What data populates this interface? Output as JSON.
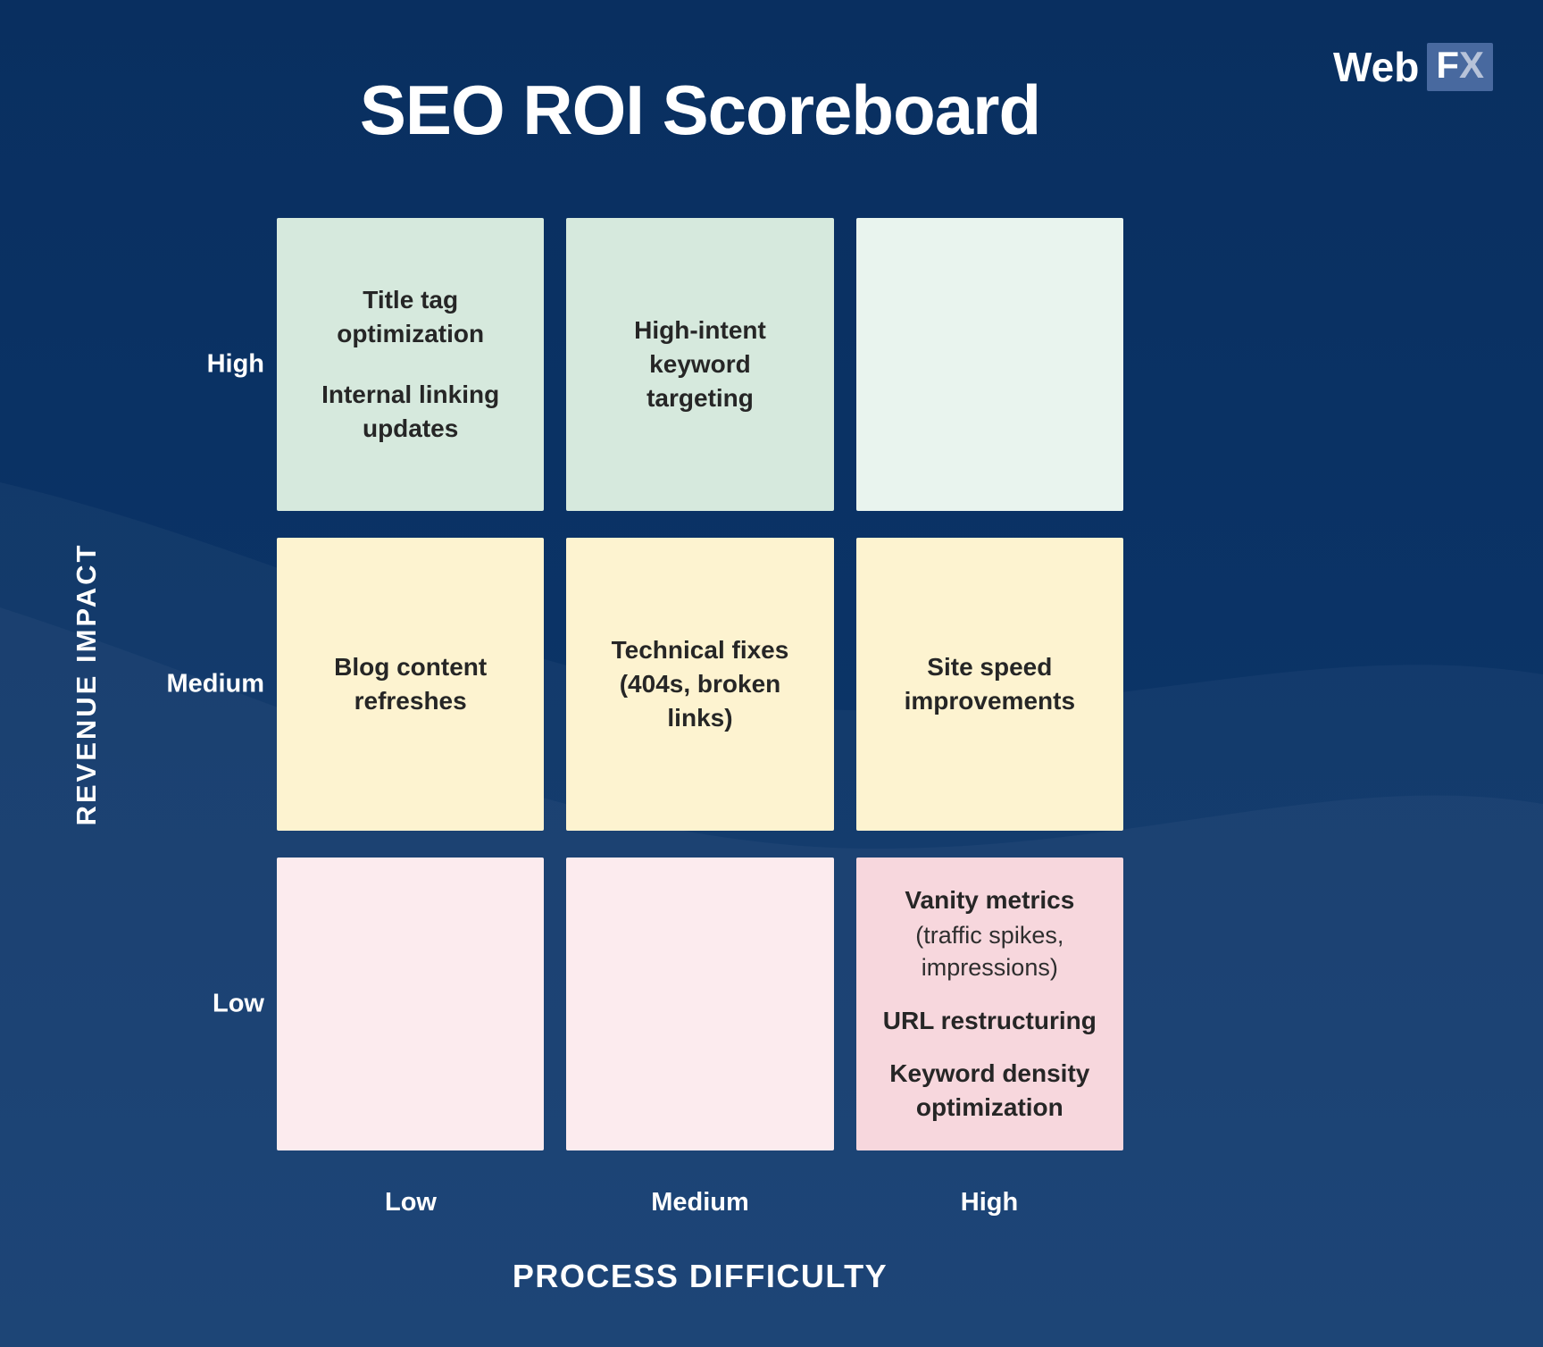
{
  "title": "SEO ROI Scoreboard",
  "logo": {
    "text": "Web",
    "badge_f": "F",
    "badge_x": "X"
  },
  "y_axis": {
    "label": "REVENUE IMPACT",
    "ticks": [
      "High",
      "Medium",
      "Low"
    ]
  },
  "x_axis": {
    "label": "PROCESS DIFFICULTY",
    "ticks": [
      "Low",
      "Medium",
      "High"
    ]
  },
  "colors": {
    "bg-top": "#092f60",
    "bg-bottom": "#0d386d",
    "green": "#d6e9dd",
    "green-light": "#e9f4ee",
    "yellow": "#fdf3d0",
    "pink-light": "#fcebee",
    "pink": "#f7d7dd",
    "ink": "#262626",
    "white": "#ffffff",
    "badge-bg": "#48699f",
    "badge-x": "#b7c3d9"
  },
  "chart_data": {
    "type": "matrix",
    "title": "SEO ROI Scoreboard",
    "x_axis": {
      "label": "PROCESS DIFFICULTY",
      "levels": [
        "Low",
        "Medium",
        "High"
      ]
    },
    "y_axis": {
      "label": "REVENUE IMPACT",
      "levels": [
        "High",
        "Medium",
        "Low"
      ]
    },
    "rows": [
      {
        "impact": "High",
        "cells": [
          {
            "difficulty": "Low",
            "tone": "green",
            "items": [
              "Title tag optimization",
              "Internal linking updates"
            ]
          },
          {
            "difficulty": "Medium",
            "tone": "green",
            "items": [
              "High-intent keyword targeting"
            ]
          },
          {
            "difficulty": "High",
            "tone": "green-light",
            "items": []
          }
        ]
      },
      {
        "impact": "Medium",
        "cells": [
          {
            "difficulty": "Low",
            "tone": "yellow",
            "items": [
              "Blog content refreshes"
            ]
          },
          {
            "difficulty": "Medium",
            "tone": "yellow",
            "items": [
              "Technical fixes (404s, broken links)"
            ]
          },
          {
            "difficulty": "High",
            "tone": "yellow",
            "items": [
              "Site speed improvements"
            ]
          }
        ]
      },
      {
        "impact": "Low",
        "cells": [
          {
            "difficulty": "Low",
            "tone": "pink-light",
            "items": []
          },
          {
            "difficulty": "Medium",
            "tone": "pink-light",
            "items": []
          },
          {
            "difficulty": "High",
            "tone": "pink",
            "items": [
              {
                "title": "Vanity metrics",
                "sub": "(traffic spikes, impressions)"
              },
              "URL restructuring",
              "Keyword density optimization"
            ]
          }
        ]
      }
    ]
  }
}
